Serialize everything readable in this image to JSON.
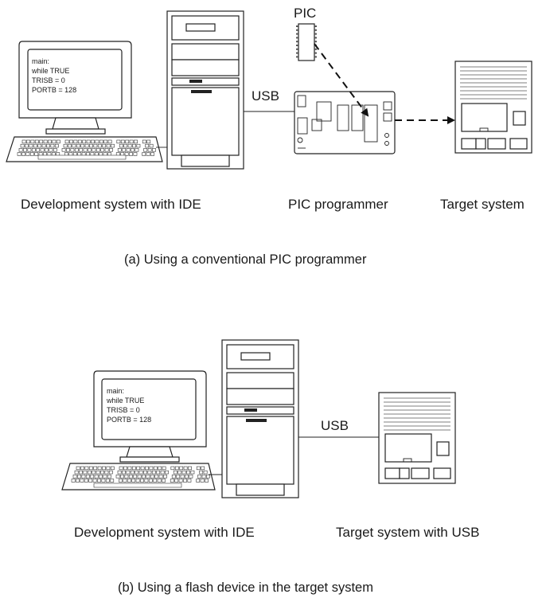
{
  "diagram_a": {
    "screen_code": [
      "main:",
      "while TRUE",
      "TRISB = 0",
      "PORTB = 128"
    ],
    "pic_label": "PIC",
    "usb_label": "USB",
    "label_dev": "Development system with IDE",
    "label_programmer": "PIC programmer",
    "label_target": "Target system",
    "caption": "(a) Using a conventional PIC programmer"
  },
  "diagram_b": {
    "screen_code": [
      "main:",
      "while TRUE",
      "TRISB = 0",
      "PORTB = 128"
    ],
    "usb_label": "USB",
    "label_dev": "Development system with IDE",
    "label_target": "Target system with USB",
    "caption": "(b) Using a flash device in the target system"
  },
  "colors": {
    "ink": "#1a1a1a",
    "panel": "#d9d9d9",
    "background": "#ffffff"
  }
}
